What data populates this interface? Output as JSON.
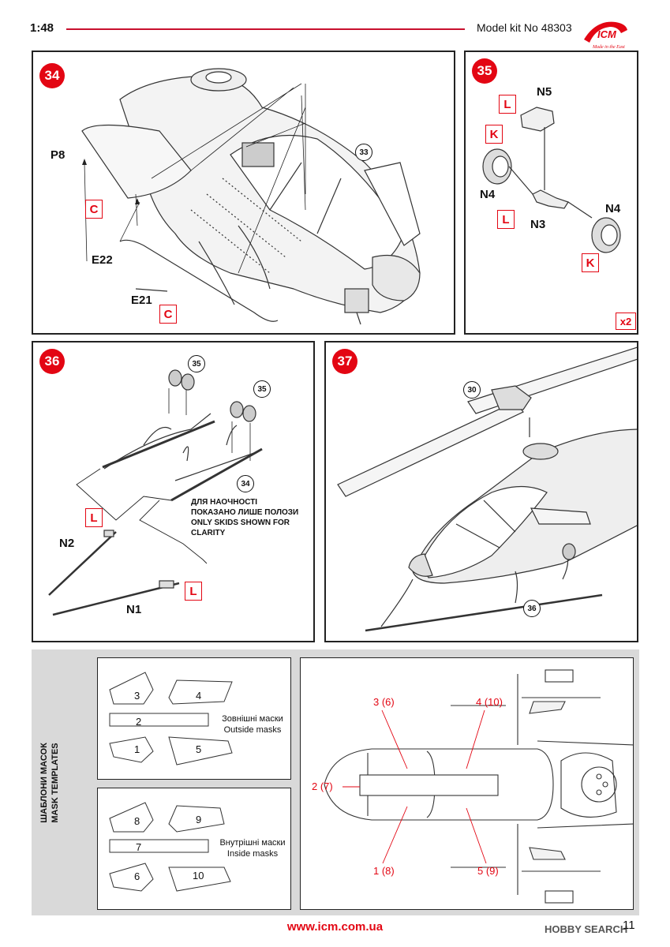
{
  "header": {
    "scale": "1:48",
    "kit": "Model kit No 48303",
    "logo": "ICM",
    "logo_tagline": "Made in the East"
  },
  "step34": {
    "number": "34",
    "ref": "33",
    "parts": [
      "P8",
      "E22",
      "E21"
    ],
    "tags": [
      "C",
      "C"
    ]
  },
  "step35": {
    "number": "35",
    "parts": [
      "N5",
      "N4",
      "N3",
      "N4"
    ],
    "tags": [
      "L",
      "K",
      "L",
      "K"
    ],
    "multiplier": "x2"
  },
  "step36": {
    "number": "36",
    "refs": [
      "35",
      "35",
      "34"
    ],
    "note_ua": "ДЛЯ НАОЧНОСТІ\nПОКАЗАНО ЛИШЕ ПОЛОЗИ",
    "note_en": "ONLY SKIDS SHOWN FOR\nCLARITY",
    "parts": [
      "N2",
      "N1"
    ],
    "tags": [
      "L",
      "L"
    ]
  },
  "step37": {
    "number": "37",
    "refs": [
      "30",
      "36"
    ]
  },
  "masks": {
    "title_ua": "ШАБЛОНИ МАСОК",
    "title_en": "MASK TEMPLATES",
    "outside": {
      "numbers": [
        "3",
        "4",
        "2",
        "1",
        "5"
      ],
      "caption_ua": "Зовнішні маски",
      "caption_en": "Outside masks"
    },
    "inside": {
      "numbers": [
        "8",
        "9",
        "7",
        "6",
        "10"
      ],
      "caption_ua": "Внутрішні маски",
      "caption_en": "Inside masks"
    },
    "callouts": [
      "3 (6)",
      "4 (10)",
      "2 (7)",
      "1 (8)",
      "5 (9)"
    ]
  },
  "footer": {
    "url": "www.icm.com.ua",
    "page": "11",
    "watermark": "HOBBY SEARCH"
  }
}
